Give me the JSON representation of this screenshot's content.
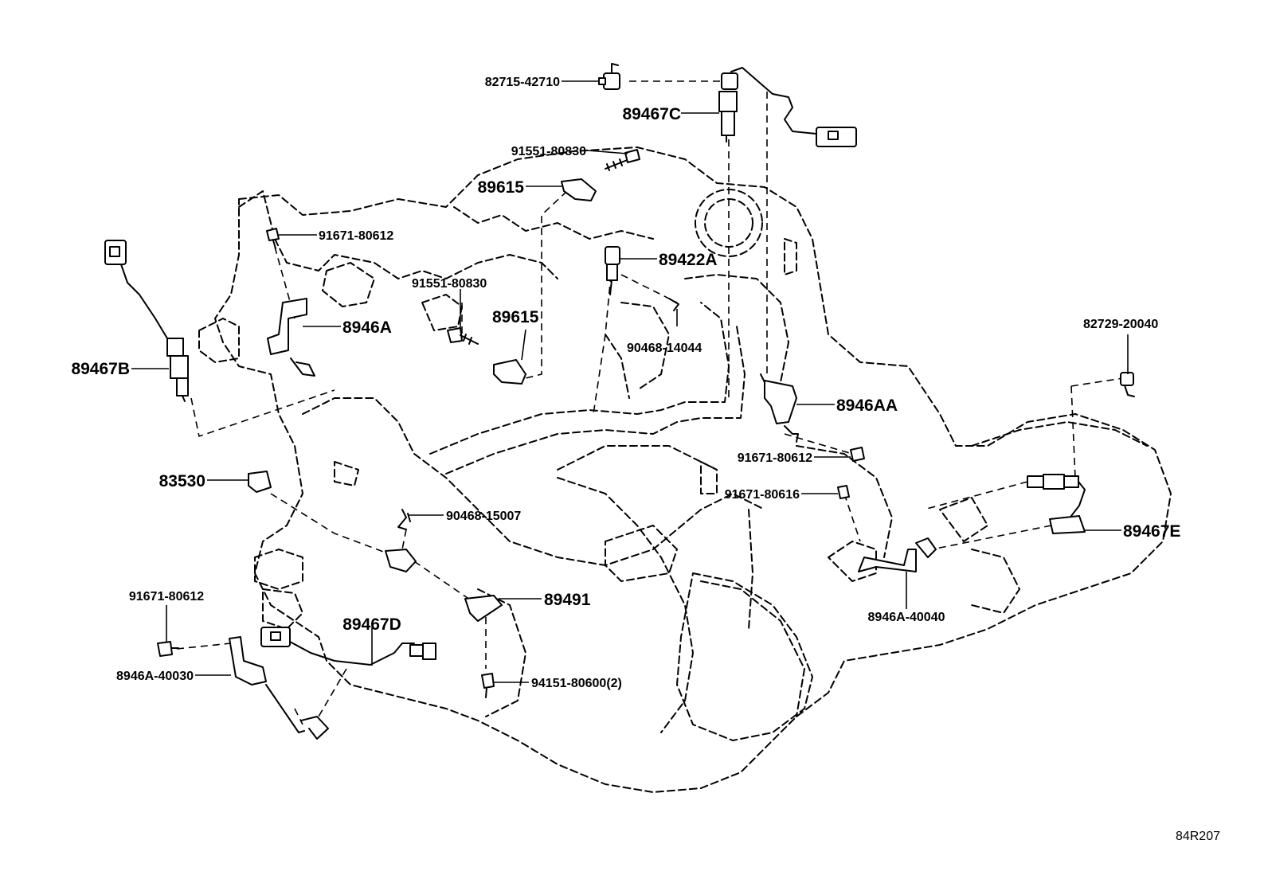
{
  "diagram_code": "84R207",
  "parts": [
    {
      "id": "p1",
      "label": "82715-42710"
    },
    {
      "id": "p2",
      "label": "89467C"
    },
    {
      "id": "p3",
      "label": "91551-80830"
    },
    {
      "id": "p4",
      "label": "89615"
    },
    {
      "id": "p5",
      "label": "91671-80612"
    },
    {
      "id": "p6",
      "label": "89422A"
    },
    {
      "id": "p7",
      "label": "91551-80830"
    },
    {
      "id": "p8",
      "label": "89615"
    },
    {
      "id": "p9",
      "label": "8946A"
    },
    {
      "id": "p10",
      "label": "90468-14044"
    },
    {
      "id": "p11",
      "label": "89467B"
    },
    {
      "id": "p12",
      "label": "82729-20040"
    },
    {
      "id": "p13",
      "label": "8946AA"
    },
    {
      "id": "p14",
      "label": "91671-80612"
    },
    {
      "id": "p15",
      "label": "83530"
    },
    {
      "id": "p16",
      "label": "91671-80616"
    },
    {
      "id": "p17",
      "label": "90468-15007"
    },
    {
      "id": "p18",
      "label": "89467E"
    },
    {
      "id": "p19",
      "label": "91671-80612"
    },
    {
      "id": "p20",
      "label": "89491"
    },
    {
      "id": "p21",
      "label": "8946A-40040"
    },
    {
      "id": "p22",
      "label": "89467D"
    },
    {
      "id": "p23",
      "label": "8946A-40030"
    },
    {
      "id": "p24",
      "label": "94151-80600(2)"
    }
  ]
}
